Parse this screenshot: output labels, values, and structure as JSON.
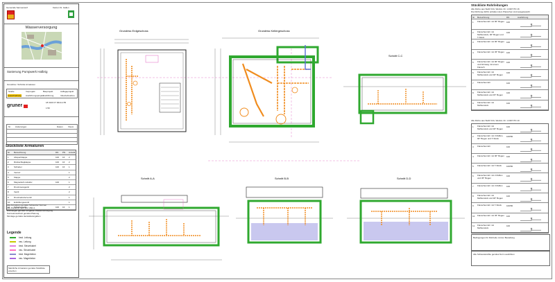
{
  "titleblock": {
    "municipality": "Gemeinde Sarmenstorf",
    "canton": "Kanton St. Gallen",
    "subject": "Wasserversorgung",
    "project": "Sanierung Pumpwerk Halbrig",
    "plan_title": "Grundriss / Schnitte Armaturen",
    "stages": [
      "Studie",
      "Vorprojekt",
      "Bauprojekt",
      "Auflageprojekt"
    ],
    "stage_values": [
      "Ausschreibung",
      "Ausführungsprojekt",
      "Ausführung",
      "Inbetriebnahme"
    ],
    "firm": "gruner",
    "plan_number": "18 3100 07 0010-17B",
    "scale": "1:50",
    "revision_header": [
      "Nr.",
      "Änderungen",
      "Datum",
      "Visum"
    ]
  },
  "armatures": {
    "title": "Stückliste Armaturen",
    "headers": [
      "Nr",
      "Bezeichnung",
      "DN",
      "PN",
      "Anzahl"
    ],
    "rows": [
      [
        "1",
        "Absperrklappe",
        "100",
        "16",
        "2"
      ],
      [
        "2",
        "Rückschlagklappe",
        "100",
        "16",
        "2"
      ],
      [
        "3",
        "Schieber",
        "100",
        "16",
        "1"
      ],
      [
        "4",
        "Venturi",
        "",
        "",
        "1"
      ],
      [
        "5",
        "Klappe",
        "",
        "",
        "2"
      ],
      [
        "6",
        "Magnetisch-induktiv",
        "100",
        "",
        "1"
      ],
      [
        "7",
        "Druckmessgerät",
        "",
        "",
        "2"
      ],
      [
        "8",
        "Ventil",
        "",
        "",
        "2"
      ],
      [
        "9",
        "Druckreduzierventil",
        "",
        "",
        "1"
      ],
      [
        "10",
        "Entlüftungsventil",
        "",
        "",
        "1"
      ],
      [
        "11",
        "Schiebeventil",
        "100",
        "16",
        "1"
      ]
    ],
    "notes": [
      "Alle Armaturen gemäss Schweizer Normen",
      "Alle Flansche nach EN 1092-1",
      "Dichtungen gemäss Vorgaben Wasserversorgung",
      "Korrosionsschutz gemäss Planung",
      "Montage gemäss Herstellerangaben"
    ]
  },
  "legend": {
    "title": "Legende",
    "items": [
      {
        "label": "best. Leitung",
        "color": "#2fa82f"
      },
      {
        "label": "neu. Leitung",
        "color": "#c8c800"
      },
      {
        "label": "best. Steuerkabel",
        "color": "#e080e0"
      },
      {
        "label": "neu. Steuerkabel",
        "color": "#ff70c0"
      },
      {
        "label": "best. Magerbeton",
        "color": "#8888cc"
      },
      {
        "label": "neu. Magerbeton",
        "color": "#aa66dd"
      }
    ],
    "footnote": "Sämtliche Armaturen gemäss Stückliste ersetzen"
  },
  "views": {
    "plan_ground": "Grundriss Erdgeschoss",
    "plan_basement": "Grundriss Kellergeschoss",
    "section_cc": "Schnitt C-C",
    "section_aa": "Schnitt A-A",
    "section_bb": "Schnitt B-B",
    "section_dd": "Schnitt D-D"
  },
  "pipe_parts": {
    "title": "Stückliste Rohrleitungen",
    "sub1": "Alle Rohre aus Stahl V2A, Werkst.-Nr. 1.4307 PN 16",
    "sub2": "Die Dichtung (GKF) anhalten dem Planschen sind ausgetauscht",
    "headers": [
      "Nr",
      "Bezeichnung",
      "DN",
      "Ausführung"
    ],
    "rows_top": [
      [
        "1",
        "Flanschenrohr mit 90° Bogen",
        "100"
      ],
      [
        "2",
        "Flanschenrohr mit Muffenstück, 90° Bogen und T-Stück",
        "100"
      ],
      [
        "3",
        "Flanschenrohr mit 90° Bogen",
        "100"
      ],
      [
        "4",
        "Flanschenrohr mit 45° Bogen",
        "100"
      ],
      [
        "5",
        "Flanschenrohr mit 90° Bogen und Abzweig mit einem Flansch",
        "100"
      ],
      [
        "6",
        "Flanschenrohr mit Muffenstück und 90° Bogen",
        "100"
      ],
      [
        "7",
        "Flanschenrohr",
        "100"
      ],
      [
        "8",
        "Flanschenrohr mit Muffenstück und 45° Bogen",
        "100"
      ],
      [
        "9",
        "Flanschenrohr mit Muffenstück",
        "100"
      ]
    ],
    "sub3": "Alle Rohre aus Stahl V2A, Werkst.-Nr. 1.4307 PN 10",
    "rows_bottom": [
      [
        "1",
        "Flanschenrohr mit Muffenstück und 90° Bogen",
        "100"
      ],
      [
        "2",
        "Flanschenrohr mit 3 Muffen, 90° Bogen und T-Stück",
        "100/50"
      ],
      [
        "3",
        "Flanschenrohr",
        "100"
      ],
      [
        "4",
        "Flanschenrohr mit 90° Bogen",
        "100"
      ],
      [
        "5",
        "Flanschenrohr mit T-Stück",
        "100/50"
      ],
      [
        "6",
        "Flanschenrohr mit 2 Muffen und 45° Bogen",
        "100"
      ],
      [
        "7",
        "Flanschenrohr mit 3 Muffen",
        "100"
      ],
      [
        "8",
        "Flanschenrohr mit Muffenstück und 90° Bogen",
        "100"
      ],
      [
        "9",
        "Flanschenrohr mit T-Stück",
        "100/50"
      ],
      [
        "10",
        "Flanschenrohr mit 45° Bogen",
        "100"
      ],
      [
        "11",
        "Flanschenrohr mit Muffenstück",
        "100"
      ]
    ],
    "note_a": "Bedingungen für Rohrteile mit der Bestellung",
    "note_b": "Alle Schweissnähte gemäss Norm ausführen"
  }
}
